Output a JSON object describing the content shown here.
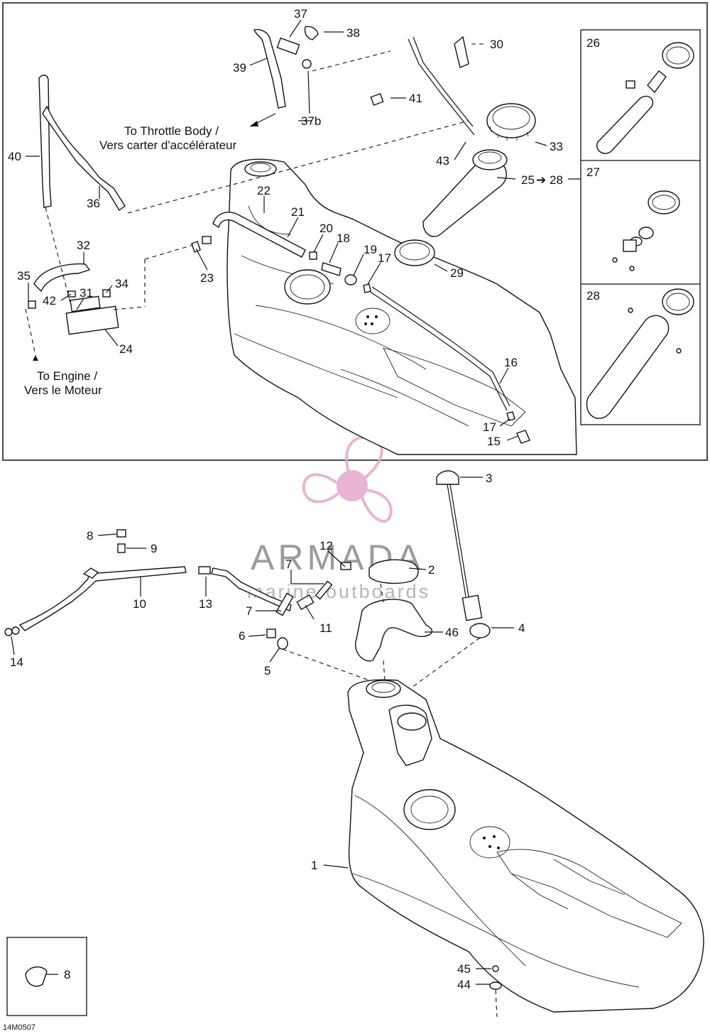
{
  "brand": {
    "name": "ARMADA",
    "tagline": "marine outboards",
    "accent": "#e6a8c9"
  },
  "drawing_code": "14M0507",
  "notes": {
    "throttle_en": "To Throttle Body /",
    "throttle_fr": "Vers carter d'accélérateur",
    "engine_en": "To Engine /",
    "engine_fr": "Vers le Moteur"
  },
  "callouts_top": [
    "37",
    "38",
    "39",
    "30",
    "41",
    "37b",
    "40",
    "36",
    "33",
    "43",
    "25",
    "28",
    "22",
    "21",
    "20",
    "18",
    "32",
    "19",
    "17",
    "23",
    "29",
    "35",
    "34",
    "42",
    "31",
    "24",
    "16",
    "17",
    "15"
  ],
  "insets": [
    "26",
    "27",
    "28"
  ],
  "callouts_bottom": [
    "3",
    "8",
    "9",
    "12",
    "2",
    "7",
    "10",
    "13",
    "11",
    "7",
    "46",
    "4",
    "6",
    "14",
    "5",
    "1",
    "8",
    "45",
    "44"
  ]
}
